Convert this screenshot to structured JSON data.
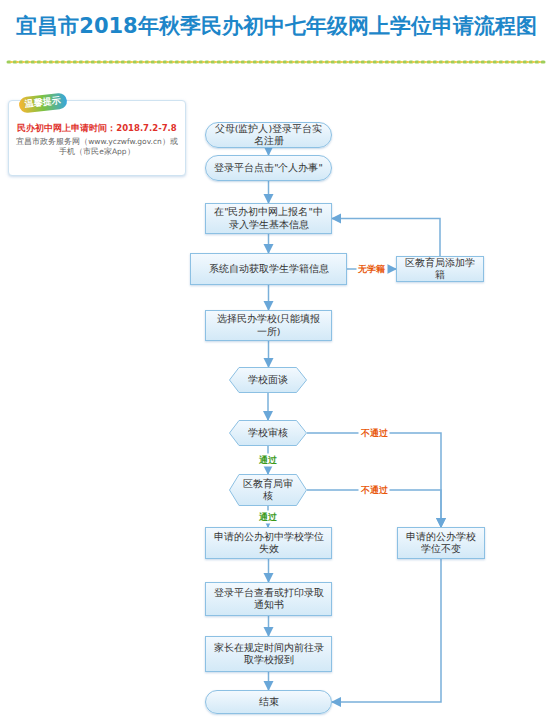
{
  "diagram": {
    "title": "宜昌市2018年秋季民办初中七年级网上学位申请流程图",
    "nodes": [
      {
        "text": [
          "温馨提示",
          "民办初中网上申请时间：2018.7.2-7.8",
          "宜昌市政务服务网（www.yczwfw.gov.cn）或手机（市民e家App）"
        ]
      },
      {
        "text": [
          "父母(监护人)登录平台实名注册"
        ]
      },
      {
        "text": [
          "登录平台点击\"个人办事\""
        ]
      },
      {
        "text": [
          "在\"民办初中网上报名\"中录入学生基本信息"
        ]
      },
      {
        "text": [
          "系统自动获取学生学籍信息"
        ]
      },
      {
        "text": [
          "区教育局添加学籍"
        ]
      },
      {
        "text": [
          "选择民办学校(只能填报一所)"
        ]
      },
      {
        "text": [
          "学校面谈"
        ]
      },
      {
        "text": [
          "学校审核"
        ]
      },
      {
        "text": [
          "区教育局审核"
        ]
      },
      {
        "text": [
          "申请的公办初中学校学位失效"
        ]
      },
      {
        "text": [
          "申请的公办学校学位不变"
        ]
      },
      {
        "text": [
          "登录平台查看或打印录取通知书"
        ]
      },
      {
        "text": [
          "家长在规定时间内前往录取学校报到"
        ]
      },
      {
        "text": [
          "结束"
        ]
      }
    ],
    "edges": [
      {
        "from": 1,
        "to": 2,
        "arrow": "to"
      },
      {
        "from": 2,
        "to": 3,
        "arrow": "to"
      },
      {
        "from": 3,
        "to": 4,
        "arrow": "to"
      },
      {
        "from": 4,
        "to": 5,
        "label": "无学籍",
        "arrow": "to"
      },
      {
        "from": 5,
        "to": 3,
        "arrow": "to"
      },
      {
        "from": 4,
        "to": 6,
        "arrow": "to"
      },
      {
        "from": 6,
        "to": 7,
        "arrow": "to"
      },
      {
        "from": 7,
        "to": 8,
        "arrow": "to"
      },
      {
        "from": 8,
        "to": 9,
        "label": "通过",
        "arrow": "to"
      },
      {
        "from": 8,
        "to": 11,
        "label": "不通过",
        "arrow": "to"
      },
      {
        "from": 9,
        "to": 10,
        "label": "通过",
        "arrow": "to"
      },
      {
        "from": 9,
        "to": 11,
        "label": "不通过",
        "arrow": "to"
      },
      {
        "from": 10,
        "to": 12,
        "arrow": "to"
      },
      {
        "from": 12,
        "to": 13,
        "arrow": "to"
      },
      {
        "from": 13,
        "to": 14,
        "arrow": "to"
      },
      {
        "from": 11,
        "to": 14,
        "arrow": "to"
      }
    ]
  }
}
